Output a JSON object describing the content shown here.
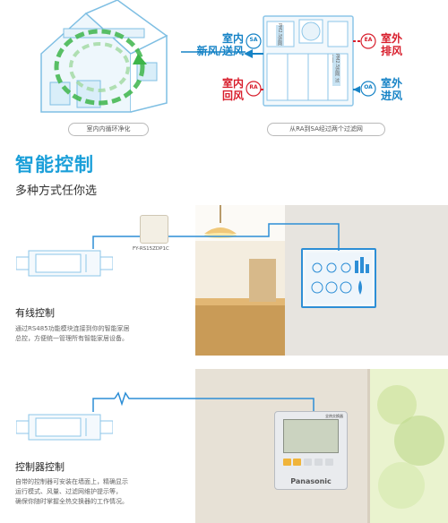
{
  "top": {
    "pill_left": "室内内循环净化",
    "pill_right": "从RA到SA经过两个过滤网",
    "labels": {
      "indoor_new_air": [
        "室内",
        "新风/送风"
      ],
      "indoor_return_air": [
        "室内",
        "回风"
      ],
      "outdoor_exhaust": [
        "室外",
        "排风"
      ],
      "outdoor_in": [
        "室外",
        "进风"
      ],
      "sa": "SA",
      "ra": "RA",
      "ea": "EA",
      "oa": "OA",
      "filter_text_1": "PM2.5滤网",
      "filter_text_2": "PM2.5滤网 过滤网"
    }
  },
  "header": {
    "title": "智能控制",
    "subtitle": "多种方式任你选"
  },
  "wired": {
    "module_label": "FY-RS15ZDP1C",
    "title": "有线控制",
    "desc_lines": [
      "通过RS485功能模块连接到你的智能家居",
      "总控，方便统一管理所有智能家居设备。"
    ]
  },
  "controller": {
    "title": "控制器控制",
    "desc_lines": [
      "自带的控制器可安装在墙面上，精确显示",
      "运行模式、风量、过滤网维护提示等，",
      "确保你随时掌握全热交换器的工作情况。"
    ],
    "brand": "Panasonic",
    "device_small": "全热交换器"
  },
  "colors": {
    "accent_blue": "#1a9fd9",
    "red": "#d81e2c",
    "green_dash": "#3db54a"
  }
}
